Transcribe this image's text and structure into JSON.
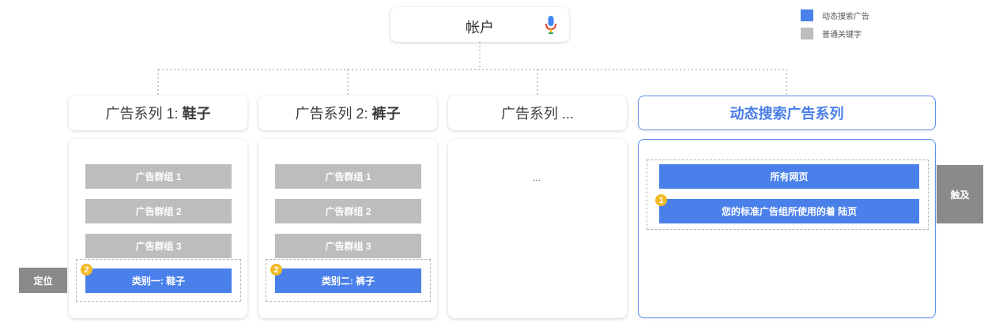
{
  "legend": {
    "items": [
      {
        "label": "动态搜索广告",
        "color": "#4a80ea"
      },
      {
        "label": "普通关键字",
        "color": "#bdbdbd"
      }
    ]
  },
  "account": {
    "label": "帐户",
    "icon": "microphone-icon"
  },
  "campaigns": [
    {
      "prefix": "广告系列 1: ",
      "bold": "鞋子"
    },
    {
      "prefix": "广告系列 2: ",
      "bold": "裤子"
    },
    {
      "prefix": "广告系列 ...",
      "bold": ""
    },
    {
      "prefix": "",
      "bold": "动态搜索广告系列"
    }
  ],
  "column1": {
    "ad_groups": [
      "广告群组 1",
      "广告群组 2",
      "广告群组 3"
    ],
    "category": "类别一: 鞋子",
    "badge": "2"
  },
  "column2": {
    "ad_groups": [
      "广告群组 1",
      "广告群组 2",
      "广告群组 3"
    ],
    "category": "类别二: 裤子",
    "badge": "2"
  },
  "column3": {
    "ellipsis": "..."
  },
  "column4": {
    "all_pages": "所有网页",
    "landing_pages": "您的标准广告组所使用的着 陆页",
    "badge": "1"
  },
  "tags": {
    "targeting": "定位",
    "reach": "触及"
  }
}
